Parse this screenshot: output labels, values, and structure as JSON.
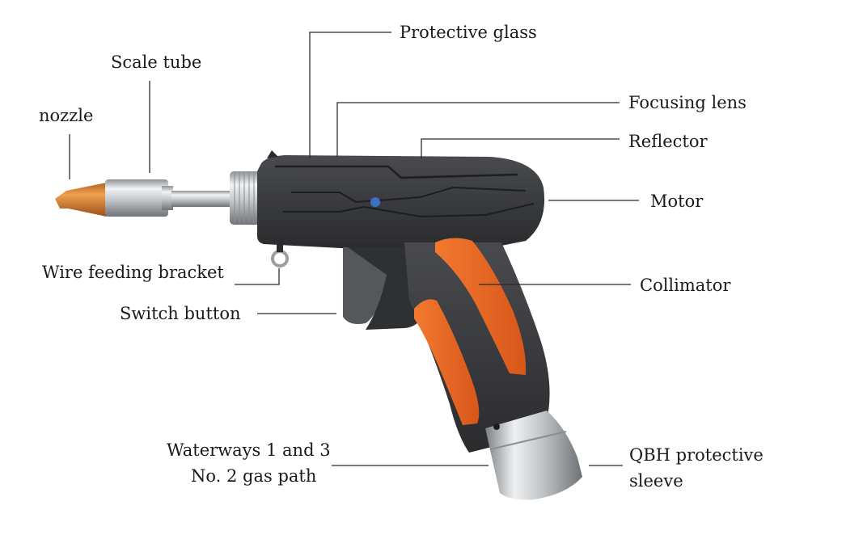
{
  "labels": {
    "protective_glass": "Protective glass",
    "scale_tube": "Scale tube",
    "nozzle": "nozzle",
    "focusing_lens": "Focusing lens",
    "reflector": "Reflector",
    "motor": "Motor",
    "wire_feeding_bracket": "Wire feeding bracket",
    "collimator": "Collimator",
    "switch_button": "Switch button",
    "waterways_line1": "Waterways 1 and 3",
    "waterways_line2": "No. 2 gas path",
    "qbh_line1": "QBH protective",
    "qbh_line2": "sleeve"
  },
  "colors": {
    "body": "#3a3b3e",
    "body_dark": "#2a2b2d",
    "accent": "#e8641f",
    "metal": "#c9cccf",
    "nozzle": "#d9822b"
  }
}
